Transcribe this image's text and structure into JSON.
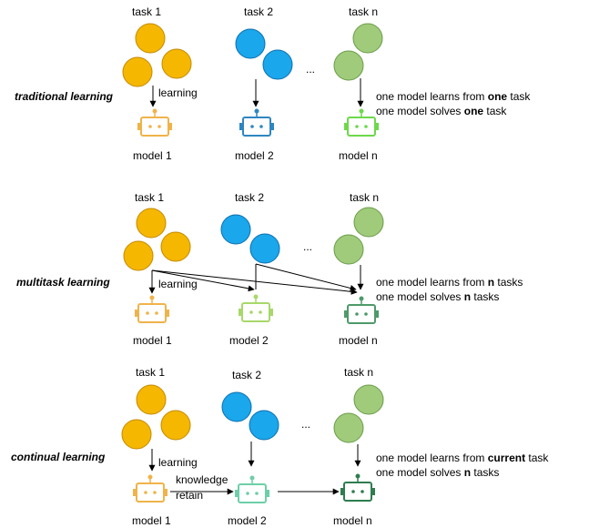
{
  "colors": {
    "orange": "#F5B700",
    "orange_stroke": "#C48A00",
    "blue": "#1AA7EC",
    "blue_stroke": "#0E6FAE",
    "green_light": "#9FCB7A",
    "green_light_stroke": "#6B9C4A",
    "robot_orange": "#F0B34A",
    "robot_blue": "#2E86C1",
    "robot_bright_green": "#6CD94A",
    "robot_lime": "#A8D86A",
    "robot_dark_green": "#4E9A6A",
    "robot_mint": "#6DCFA8",
    "robot_forest": "#2E7D4F"
  },
  "traditional": {
    "name": "traditional learning",
    "task1": "task 1",
    "task2": "task 2",
    "taskn": "task n",
    "ellipsis": "...",
    "learning": "learning",
    "model1": "model 1",
    "model2": "model 2",
    "modeln": "model n",
    "desc1_pre": "one model learns from ",
    "desc1_bold": "one",
    "desc1_post": " task",
    "desc2_pre": "one model solves ",
    "desc2_bold": "one",
    "desc2_post": " task"
  },
  "multitask": {
    "name": "multitask learning",
    "task1": "task 1",
    "task2": "task 2",
    "taskn": "task n",
    "ellipsis": "...",
    "learning": "learning",
    "model1": "model 1",
    "model2": "model 2",
    "modeln": "model n",
    "desc1_pre": "one model learns from ",
    "desc1_bold": "n",
    "desc1_post": " tasks",
    "desc2_pre": "one model solves ",
    "desc2_bold": "n",
    "desc2_post": " tasks"
  },
  "continual": {
    "name": "continual learning",
    "task1": "task 1",
    "task2": "task 2",
    "taskn": "task n",
    "ellipsis": "...",
    "learning": "learning",
    "knowledge": "knowledge",
    "retain": "retain",
    "model1": "model 1",
    "model2": "model 2",
    "modeln": "model n",
    "desc1_pre": "one model learns from ",
    "desc1_bold": "current",
    "desc1_post": " task",
    "desc2_pre": "one model solves ",
    "desc2_bold": "n",
    "desc2_post": " tasks"
  }
}
